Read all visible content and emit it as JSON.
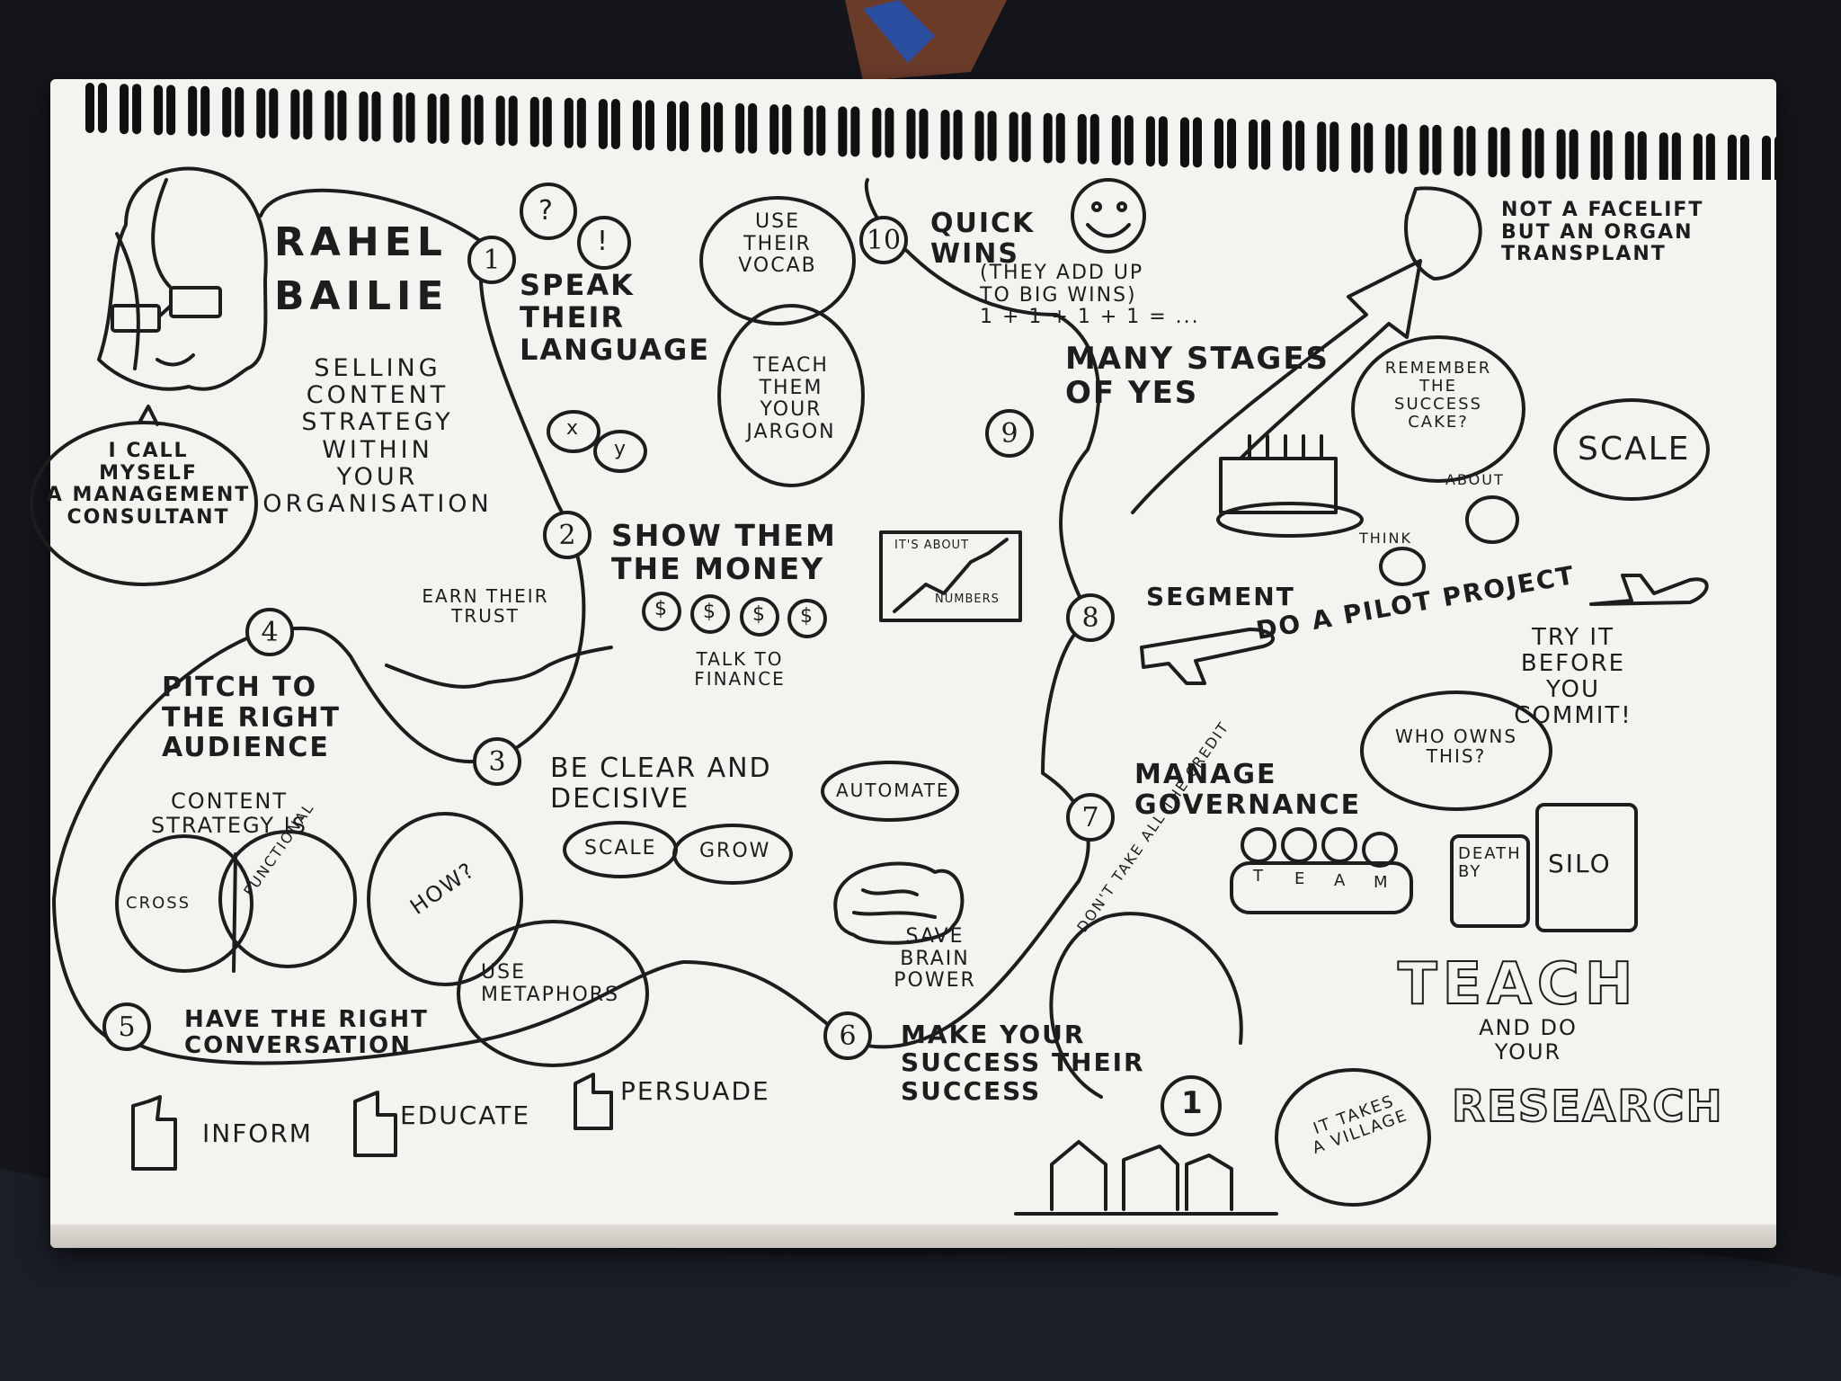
{
  "title": {
    "name_line1": "RAHEL",
    "name_line2": "BAILIE",
    "subtitle": "SELLING\nCONTENT\nSTRATEGY\nWITHIN\nYOUR\nORGANISATION"
  },
  "quote": "I CALL\nMYSELF\nA MANAGEMENT\nCONSULTANT",
  "steps": [
    {
      "n": "1",
      "label": "SPEAK\nTHEIR\nLANGUAGE"
    },
    {
      "n": "2",
      "label": "SHOW THEM\nTHE MONEY"
    },
    {
      "n": "3",
      "label": "BE CLEAR AND\nDECISIVE"
    },
    {
      "n": "4",
      "label": "PITCH TO\nTHE RIGHT\nAUDIENCE"
    },
    {
      "n": "5",
      "label": "HAVE THE RIGHT\nCONVERSATION"
    },
    {
      "n": "6",
      "label": "MAKE YOUR\nSUCCESS THEIR\nSUCCESS"
    },
    {
      "n": "7",
      "label": "MANAGE\nGOVERNANCE"
    },
    {
      "n": "8",
      "label": "SEGMENT"
    },
    {
      "n": "9",
      "label": "MANY STAGES\nOF YES"
    },
    {
      "n": "10",
      "label": "QUICK\nWINS"
    }
  ],
  "notes": {
    "q_mark": "?",
    "excl_mark": "!",
    "use_their_vocab": "USE\nTHEIR\nVOCAB",
    "teach_jargon": "TEACH\nTHEM\nYOUR\nJARGON",
    "x": "x",
    "y": "y",
    "its_about_numbers_1": "IT'S ABOUT",
    "its_about_numbers_2": "NUMBERS",
    "dollar": "$",
    "talk_to_finance": "TALK TO\nFINANCE",
    "earn_their_trust": "EARN THEIR\nTRUST",
    "content_strategy_is": "CONTENT\nSTRATEGY IS",
    "cross": "CROSS",
    "functional": "FUNCTIONAL",
    "how": "HOW?",
    "use_metaphors": "USE\nMETAPHORS",
    "automate": "AUTOMATE",
    "scale_small": "SCALE",
    "grow": "GROW",
    "save_brain_power": "SAVE\nBRAIN\nPOWER",
    "inform": "INFORM",
    "educate": "EDUCATE",
    "persuade": "PERSUADE",
    "quick_wins_note": "(THEY ADD UP\nTO BIG WINS)\n1 + 1 + 1 + 1 = ...",
    "not_a_facelift": "NOT A FACELIFT\nBUT AN ORGAN\nTRANSPLANT",
    "remember_success_cake": "REMEMBER\nTHE\nSUCCESS\nCAKE?",
    "think": "THINK",
    "about": "ABOUT",
    "scale": "SCALE",
    "do_a_pilot_project": "DO A PILOT PROJECT",
    "try_it": "TRY IT\nBEFORE\nYOU\nCOMMIT!",
    "who_owns_this": "WHO OWNS\nTHIS?",
    "team": [
      "T",
      "E",
      "A",
      "M"
    ],
    "death_by": "DEATH\nBY",
    "silo": "SILO",
    "teach": "TEACH",
    "and_do_your": "AND DO\nYOUR",
    "research": "RESEARCH",
    "dont_take_all_the_credit": "DON'T TAKE ALL THE CREDIT",
    "one": "1",
    "it_takes_a_village": "IT TAKES\nA VILLAGE"
  },
  "colors": {
    "paper": "#f5f3ef",
    "ink": "#1d1d1d",
    "background": "#14161c"
  }
}
